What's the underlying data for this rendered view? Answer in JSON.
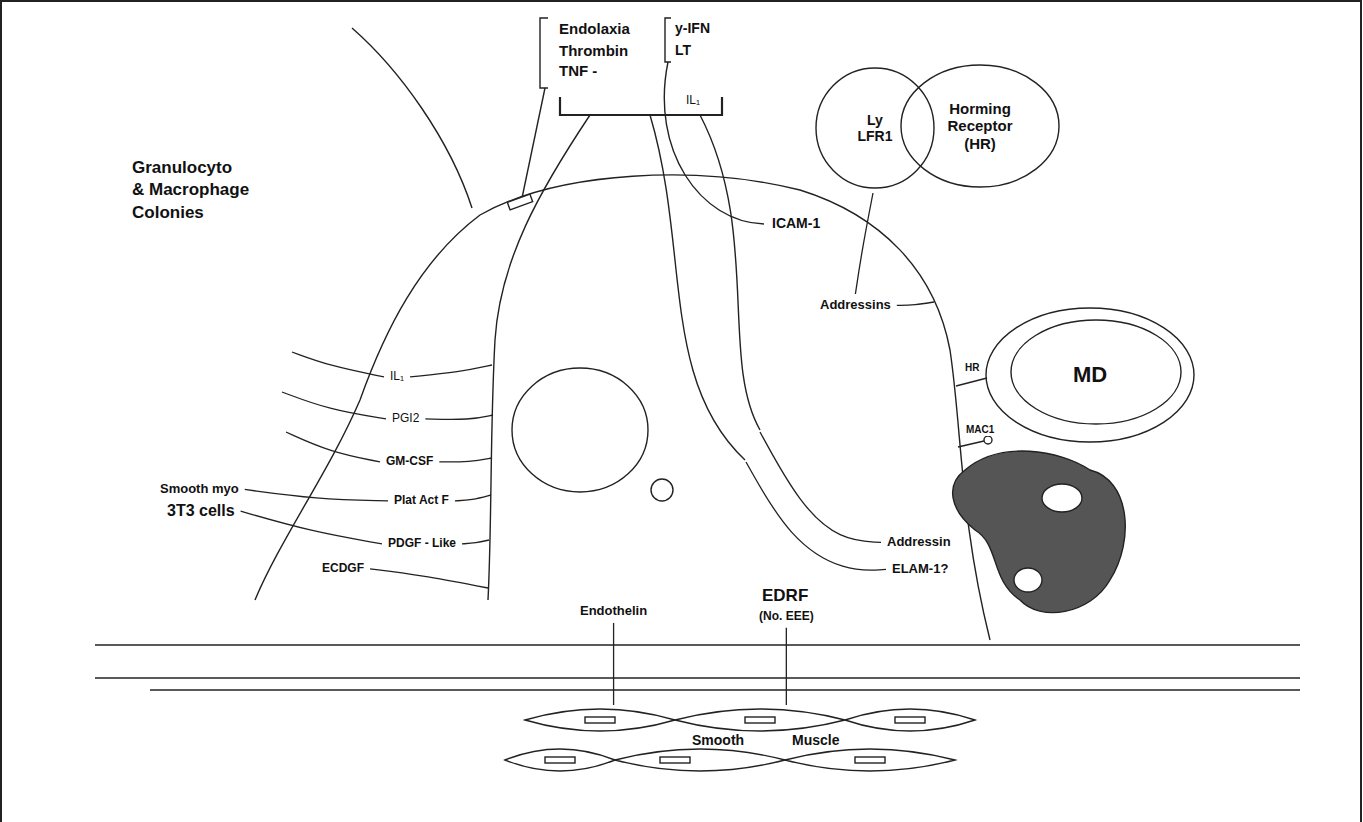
{
  "diagram": {
    "nodes": [
      {
        "text": [
          "Ly LFR1"
        ]
      },
      {
        "text": [
          "Horming Receptor (HR)"
        ]
      },
      {
        "text": [
          "MD"
        ]
      }
    ],
    "labels": [
      "Endolaxia",
      "Thrombin",
      "TNF -",
      "y-IFN",
      "LT",
      "IL₁",
      "ICAM-1",
      "Granulocyto",
      "& Macrophage",
      "Colonies",
      "IL₁",
      "PGI2",
      "GM-CSF",
      "Smooth myo",
      "3T3 cells",
      "Plat Act F",
      "PDGF - Like",
      "ECDGF",
      "Addressins",
      "HR",
      "MAC1",
      "Addressin",
      "ELAM-1?",
      "Endothelin",
      "EDRF",
      "(No. EEE)",
      "Smooth",
      "Muscle"
    ]
  }
}
